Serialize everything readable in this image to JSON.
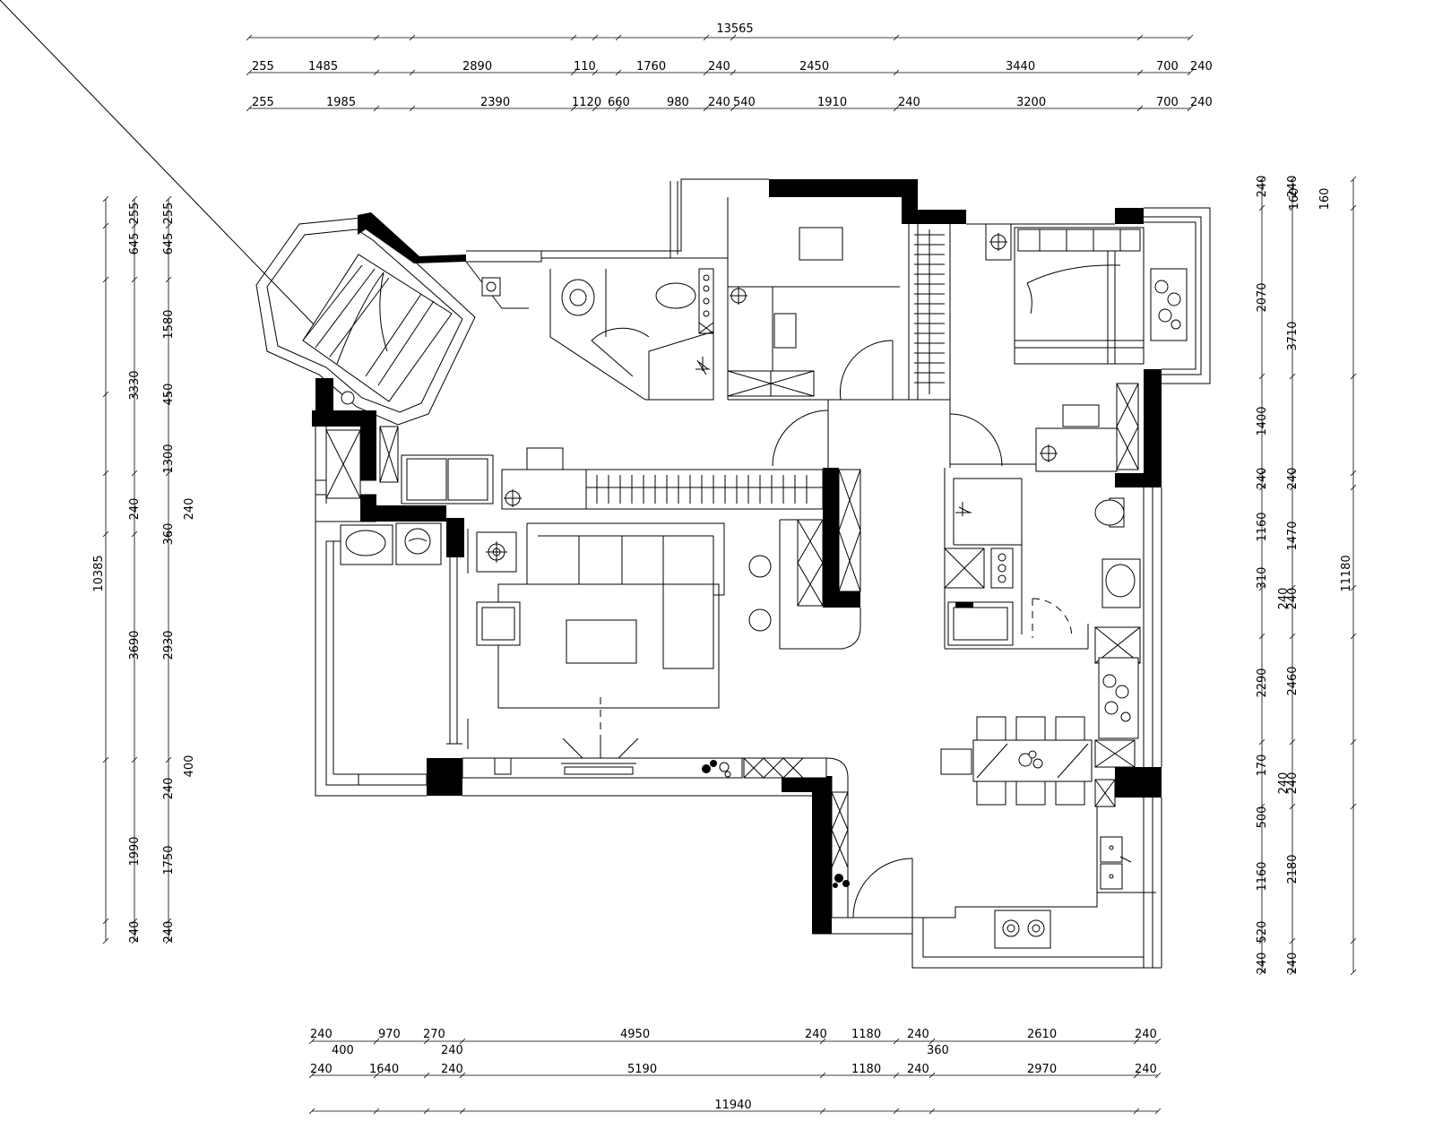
{
  "dimensions": {
    "top_total": "13565",
    "top_row1": [
      "255",
      "1485",
      "2890",
      "110",
      "1760",
      "240",
      "2450",
      "3440",
      "700",
      "240"
    ],
    "top_row2": [
      "255",
      "1985",
      "2390",
      "1120",
      "660",
      "980",
      "240",
      "540",
      "1910",
      "240",
      "3200",
      "700",
      "240"
    ],
    "left_total": "10385",
    "left_outer": [
      "255",
      "645",
      "3330",
      "240",
      "3690",
      "1990",
      "240"
    ],
    "left_inner": [
      "255",
      "645",
      "1580",
      "450",
      "1300",
      "360",
      "240",
      "2930",
      "400",
      "240",
      "1750",
      "240"
    ],
    "right_total": "11180",
    "right_inner": [
      "240",
      "160",
      "2070",
      "1400",
      "240",
      "1160",
      "310",
      "240",
      "2290",
      "170",
      "240",
      "500",
      "1160",
      "520",
      "240"
    ],
    "right_outer": [
      "240",
      "160",
      "3710",
      "240",
      "1470",
      "240",
      "2460",
      "240",
      "2180",
      "240"
    ],
    "bottom_row1": [
      "240",
      "400",
      "970",
      "270",
      "240",
      "4950",
      "240",
      "1180",
      "240",
      "360",
      "2610",
      "240"
    ],
    "bottom_row2": [
      "240",
      "1640",
      "240",
      "5190",
      "1180",
      "240",
      "2970",
      "240"
    ],
    "bottom_total": "11940"
  },
  "colors": {
    "line": "#000000",
    "wall_fill": "#000000",
    "background": "#ffffff"
  },
  "icons": [
    "door-swing-icon",
    "toilet-icon",
    "washbasin-icon",
    "bed-icon",
    "sofa-icon",
    "dining-table-icon",
    "stove-icon",
    "sink-icon",
    "plant-icon",
    "lamp-icon",
    "washing-machine-icon",
    "tv-icon",
    "shower-icon"
  ]
}
